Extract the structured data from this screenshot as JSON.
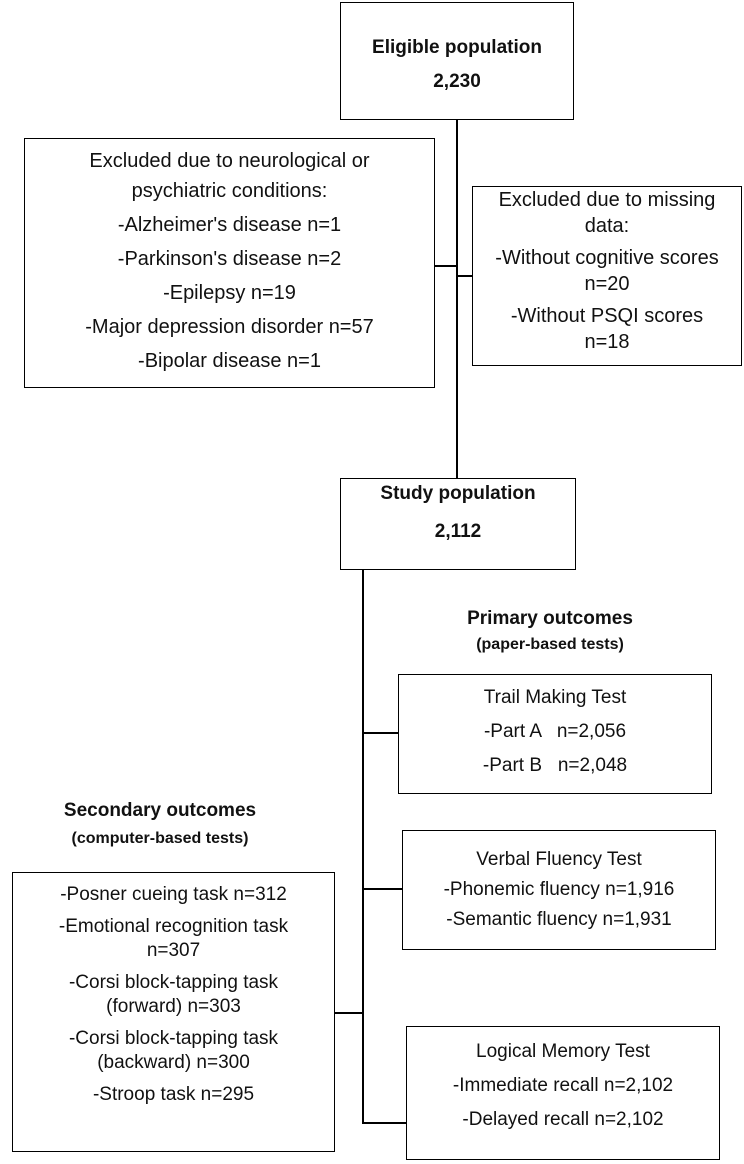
{
  "eligible": {
    "title": "Eligible population",
    "count": "2,230"
  },
  "excluded_neuro": {
    "heading_1": "Excluded due to neurological or",
    "heading_2": "psychiatric conditions:",
    "items": [
      "-Alzheimer's disease n=1",
      "-Parkinson's disease n=2",
      "-Epilepsy n=19",
      "-Major depression disorder n=57",
      "-Bipolar disease n=1"
    ]
  },
  "excluded_missing": {
    "heading_1": "Excluded due to missing",
    "heading_2": "data:",
    "item1_a": "-Without cognitive scores",
    "item1_b": "n=20",
    "item2_a": "-Without PSQI scores",
    "item2_b": "n=18"
  },
  "study": {
    "title": "Study population",
    "count": "2,112"
  },
  "primary": {
    "title": "Primary outcomes",
    "subtitle": "(paper-based tests)"
  },
  "secondary": {
    "title": "Secondary outcomes",
    "subtitle": "(computer-based tests)"
  },
  "trail": {
    "title": "Trail Making Test",
    "part_a": "-Part A   n=2,056",
    "part_b": "-Part B   n=2,048"
  },
  "verbal": {
    "title": "Verbal Fluency Test",
    "phonemic": "-Phonemic fluency n=1,916",
    "semantic": "-Semantic fluency n=1,931"
  },
  "logical": {
    "title": "Logical Memory Test",
    "immediate": "-Immediate recall n=2,102",
    "delayed": "-Delayed recall n=2,102"
  },
  "computer_tests": {
    "posner": "-Posner cueing task n=312",
    "emotional_a": "-Emotional recognition task",
    "emotional_b": "n=307",
    "corsi_fwd_a": "-Corsi block-tapping task",
    "corsi_fwd_b": "(forward) n=303",
    "corsi_bwd_a": "-Corsi block-tapping task",
    "corsi_bwd_b": "(backward) n=300",
    "stroop": "-Stroop task n=295"
  }
}
